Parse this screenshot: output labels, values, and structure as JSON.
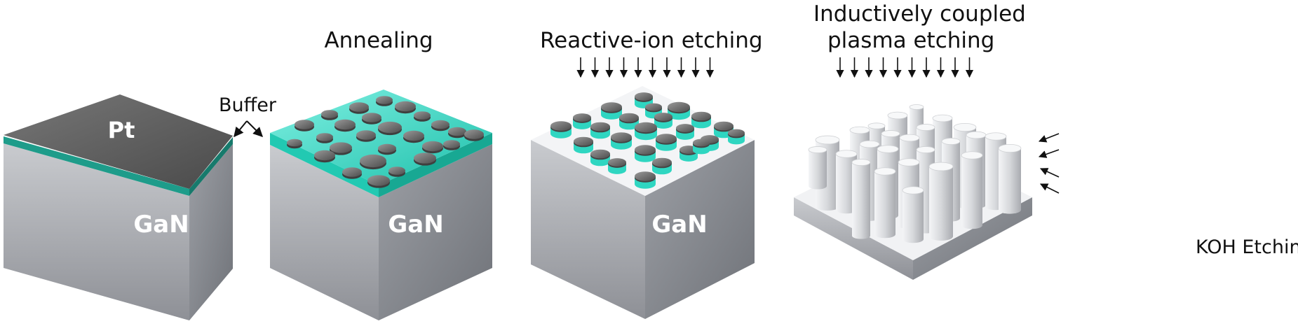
{
  "stages": [
    {
      "label": "GaN",
      "top_layer_label": "Pt",
      "buffer_label": "Buffer"
    },
    {
      "title": "Annealing",
      "label": "GaN"
    },
    {
      "title": "Reactive-ion etching",
      "label": "GaN"
    },
    {
      "title_line1": "Inductively coupled",
      "title_line2": "plasma etching",
      "side_label": "KOH Etching"
    }
  ],
  "colors": {
    "gan_front": "#a9abb1",
    "gan_side": "#8d8f95",
    "gan_top": "#f1f2f4",
    "pt": "#6b6b6b",
    "buffer": "#2fd6c1",
    "pillar": "#dfe1e4"
  },
  "icons": [
    "down-arrow-icon",
    "diagonal-arrow-icon"
  ]
}
